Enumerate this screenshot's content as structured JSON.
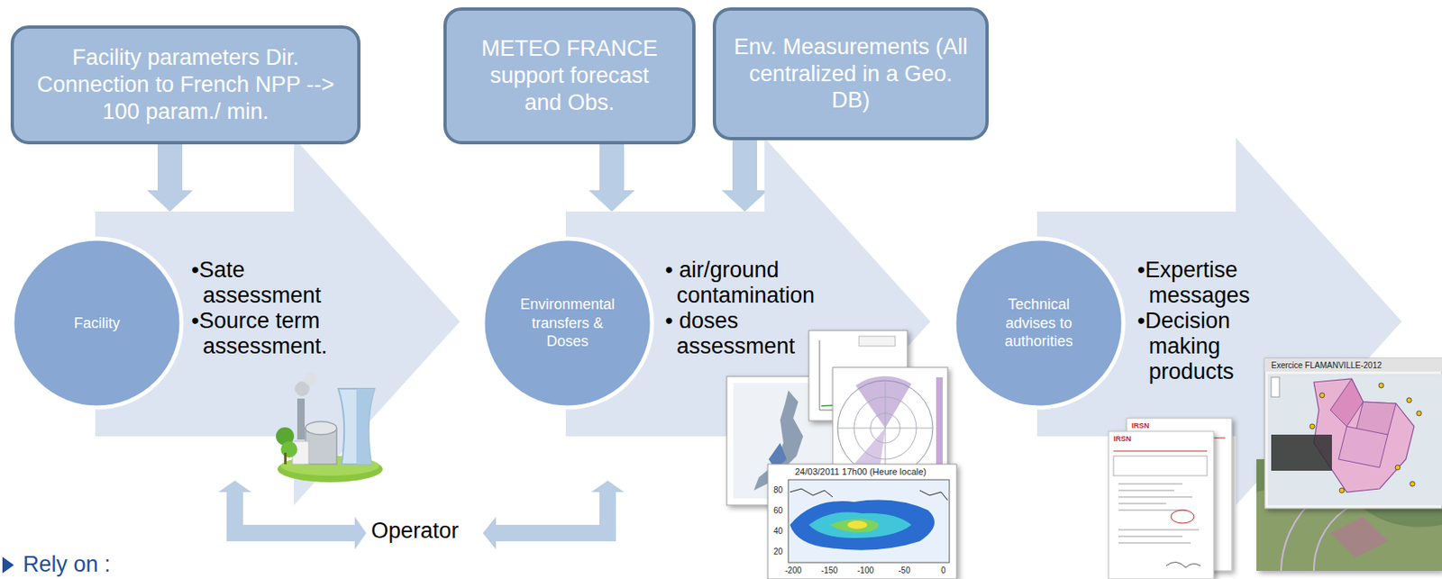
{
  "diagram": {
    "nodes": [
      {
        "text": [
          "Facility parameters Dir. Connection to French NPP --> 100 param./ min."
        ]
      },
      {
        "text": [
          "METEO FRANCE support forecast and Obs."
        ]
      },
      {
        "text": [
          "Env. Measurements (All centralized in a Geo. DB)"
        ]
      },
      {
        "text": [
          "•Sate assessment",
          "•Source term assessment."
        ]
      },
      {
        "text": [
          "Facility"
        ],
        "in": 3
      },
      {
        "text": [
          "• air/ground contamination",
          "• doses assessment"
        ]
      },
      {
        "text": [
          "Environmental transfers & Doses"
        ],
        "in": 5
      },
      {
        "text": [
          "•Expertise messages",
          "•Decision making products"
        ]
      },
      {
        "text": [
          "Technical advises to authorities"
        ],
        "in": 7
      }
    ],
    "edges": [
      {
        "from": 0,
        "to": 3,
        "arrow": "to"
      },
      {
        "from": 1,
        "to": 5,
        "arrow": "to"
      },
      {
        "from": 2,
        "to": 5,
        "arrow": "to"
      }
    ],
    "labels": [
      "Operator",
      "Rely on :",
      "24/03/2011 17h00 (Heure locale)",
      "80",
      "60",
      "40",
      "20",
      "-200",
      "-150",
      "-100",
      "-50",
      "0",
      "Exercice FLAMANVILLE-2012",
      "IRSN",
      "IRSN"
    ]
  }
}
